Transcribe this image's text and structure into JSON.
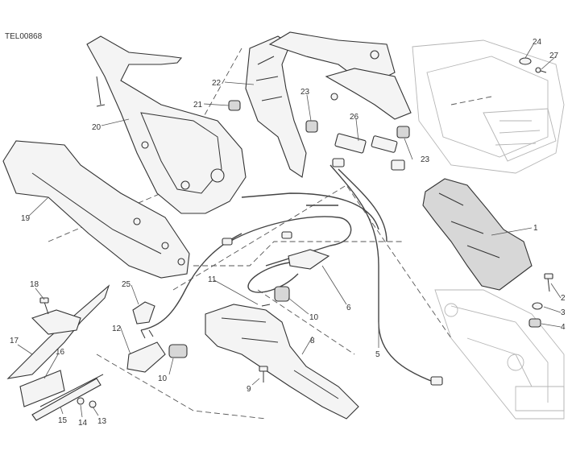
{
  "diagram": {
    "drawing_code": "TEL00868",
    "callouts": [
      "1",
      "2",
      "3",
      "4",
      "5",
      "6",
      "8",
      "9",
      "10",
      "10",
      "11",
      "12",
      "13",
      "14",
      "15",
      "16",
      "17",
      "18",
      "19",
      "20",
      "21",
      "22",
      "23",
      "23",
      "24",
      "25",
      "26",
      "27"
    ]
  }
}
